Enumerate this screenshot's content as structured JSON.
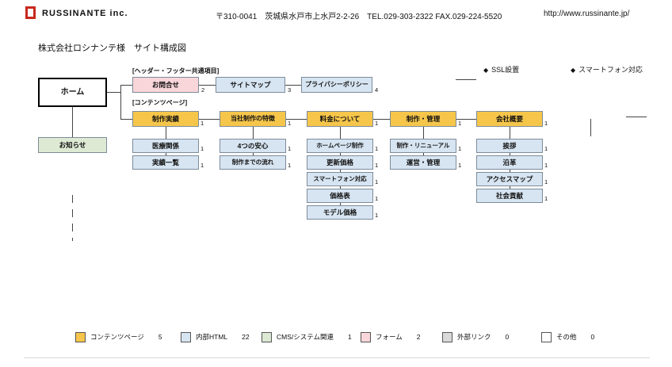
{
  "header": {
    "logo_text": "RUSSINANTE inc.",
    "address": "〒310-0041　茨城県水戸市上水戸2-2-26　TEL.029-303-2322  FAX.029-224-5520",
    "url": "http://www.russinante.jp/"
  },
  "title": "株式会社ロシナンテ様　サイト構成図",
  "features": [
    {
      "marker": "◆",
      "label": "SSL設置"
    },
    {
      "marker": "◆",
      "label": "スマートフォン対応"
    }
  ],
  "diagram": {
    "group_labels": {
      "common": "[ヘッダー・フッター共通項目]",
      "content": "[コンテンツページ]"
    },
    "home": {
      "label": "ホーム"
    },
    "news": {
      "label": "お知らせ"
    },
    "common_items": [
      {
        "label": "お問合せ",
        "num": "2"
      },
      {
        "label": "サイトマップ",
        "num": "3"
      },
      {
        "label": "プライバシーポリシー",
        "num": "4"
      }
    ],
    "sections": [
      {
        "label": "制作実績",
        "num": "1",
        "children": [
          {
            "label": "医療関係",
            "num": "1"
          },
          {
            "label": "実績一覧",
            "num": "1"
          }
        ]
      },
      {
        "label": "当社制作の特徴",
        "num": "1",
        "children": [
          {
            "label": "4つの安心",
            "num": "1"
          },
          {
            "label": "制作までの流れ",
            "num": "1"
          }
        ]
      },
      {
        "label": "料金について",
        "num": "1",
        "children": [
          {
            "label": "ホームページ制作",
            "num": "1"
          },
          {
            "label": "更新価格",
            "num": "1"
          },
          {
            "label": "スマートフォン対応",
            "num": "1"
          },
          {
            "label": "価格表",
            "num": "1"
          },
          {
            "label": "モデル価格",
            "num": "1"
          }
        ]
      },
      {
        "label": "制作・管理",
        "num": "1",
        "children": [
          {
            "label": "制作・リニューアル",
            "num": "1"
          },
          {
            "label": "運営・管理",
            "num": "1"
          }
        ]
      },
      {
        "label": "会社概要",
        "num": "1",
        "children": [
          {
            "label": "挨拶",
            "num": "1"
          },
          {
            "label": "沿革",
            "num": "1"
          },
          {
            "label": "アクセスマップ",
            "num": "1"
          },
          {
            "label": "社会貢献",
            "num": "1"
          }
        ]
      }
    ]
  },
  "legend": {
    "items": [
      {
        "label": "コンテンツページ",
        "count": "5"
      },
      {
        "label": "内部HTML",
        "count": "22"
      },
      {
        "label": "CMS/システム関連",
        "count": "1"
      },
      {
        "label": "フォーム",
        "count": "2"
      },
      {
        "label": "外部リンク",
        "count": "0"
      },
      {
        "label": "その他",
        "count": "0"
      }
    ]
  },
  "colors": {
    "content_page": "#f6c64b",
    "internal_html": "#d7e5f2",
    "cms": "#dde9d3",
    "form": "#f9d6da",
    "external": "#d9d9d9",
    "other": "#ffffff",
    "logo_red": "#c8281e"
  }
}
